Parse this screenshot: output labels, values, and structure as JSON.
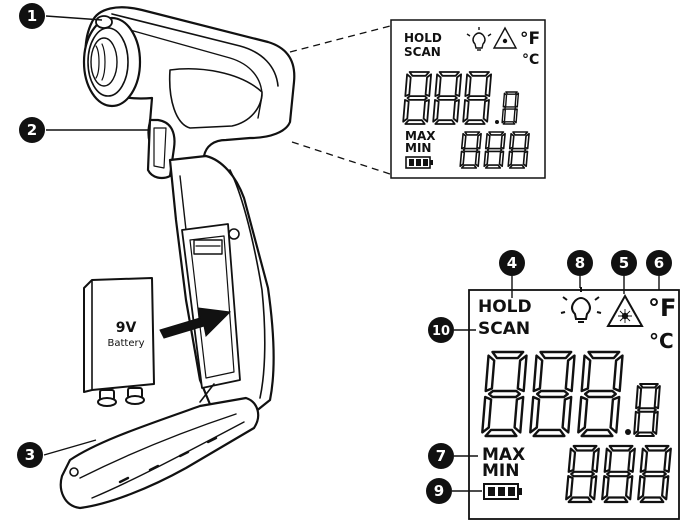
{
  "callouts": {
    "c1": "1",
    "c2": "2",
    "c3": "3",
    "c4": "4",
    "c5": "5",
    "c6": "6",
    "c7": "7",
    "c8": "8",
    "c9": "9",
    "c10": "10"
  },
  "battery": {
    "voltage": "9V",
    "label": "Battery"
  },
  "display": {
    "hold": "HOLD",
    "scan": "SCAN",
    "max": "MAX",
    "min": "MIN",
    "unit_f": "°F",
    "unit_c": "°C",
    "main_digits": "888",
    "main_decimal": "8",
    "sub_digits": "888"
  },
  "icons": {
    "backlight": "backlight-bulb-icon",
    "laser": "laser-warning-icon",
    "battery_level": "battery-level-icon"
  },
  "colors": {
    "ink": "#111111",
    "paper": "#ffffff"
  }
}
